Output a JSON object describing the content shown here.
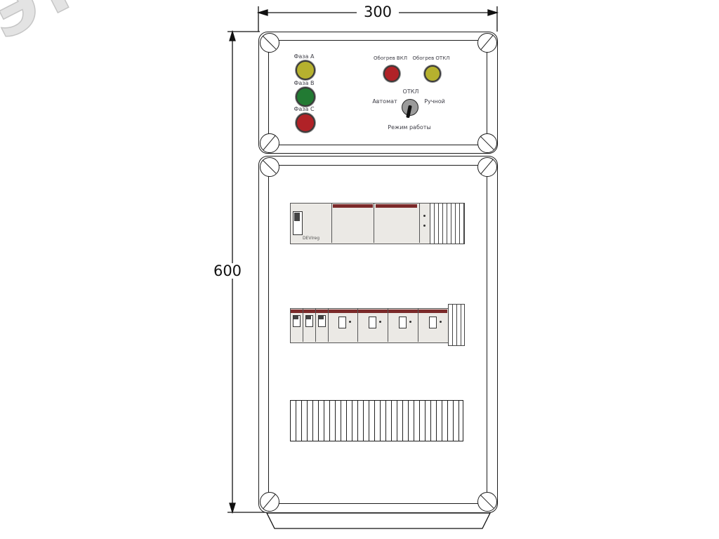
{
  "watermark": {
    "text": "ЭТМ"
  },
  "dimensions": {
    "width_label": "300",
    "height_label": "600"
  },
  "front_panel": {
    "phase_lamps": [
      {
        "label": "Фаза А",
        "color": "#b6b12e"
      },
      {
        "label": "Фаза В",
        "color": "#227a33"
      },
      {
        "label": "Фаза С",
        "color": "#b02227"
      }
    ],
    "heater_lamps": [
      {
        "label": "Обогрев ВКЛ",
        "color": "#b02227"
      },
      {
        "label": "Обогрев ОТКЛ",
        "color": "#b6b12e"
      }
    ],
    "mode_switch": {
      "top_label": "ОТКЛ",
      "left_label": "Автомат",
      "right_label": "Ручной",
      "caption": "Режим работы"
    }
  },
  "equipment": {
    "controller_label": "DEVIreg"
  }
}
